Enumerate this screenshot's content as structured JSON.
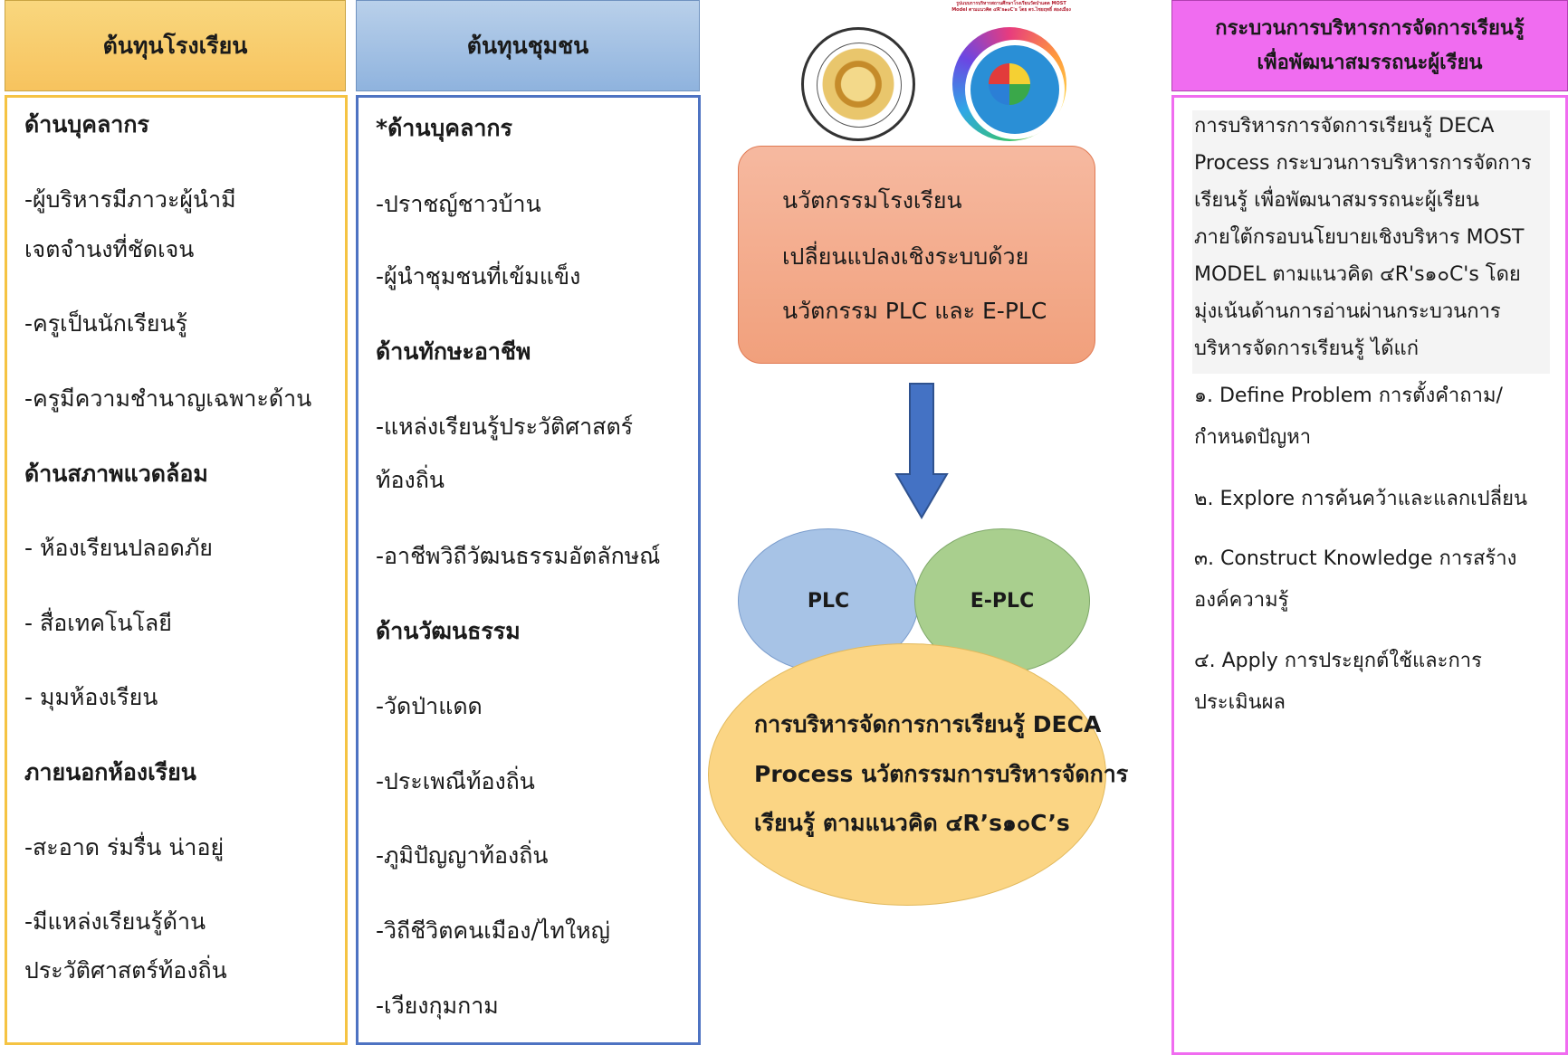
{
  "school_capital": {
    "title": "ต้นทุนโรงเรียน",
    "items": [
      {
        "text": "ด้านบุคลากร",
        "heading": true
      },
      {
        "text": "-ผู้บริหารมีภาวะผู้นำมี",
        "heading": false
      },
      {
        "text": "เจตจำนงที่ชัดเจน",
        "heading": false
      },
      {
        "text": "-ครูเป็นนักเรียนรู้",
        "heading": false
      },
      {
        "text": "-ครูมีความชำนาญเฉพาะด้าน",
        "heading": false
      },
      {
        "text": "ด้านสภาพแวดล้อม",
        "heading": true
      },
      {
        "text": "-  ห้องเรียนปลอดภัย",
        "heading": false
      },
      {
        "text": "- สื่อเทคโนโลยี",
        "heading": false
      },
      {
        "text": "- มุมห้องเรียน",
        "heading": false
      },
      {
        "text": "ภายนอกห้องเรียน",
        "heading": true
      },
      {
        "text": "-สะอาด ร่มรื่น น่าอยู่",
        "heading": false
      },
      {
        "text": "-มีแหล่งเรียนรู้ด้าน",
        "heading": false
      },
      {
        "text": "ประวัติศาสตร์ท้องถิ่น",
        "heading": false
      }
    ]
  },
  "community_capital": {
    "title": "ต้นทุนชุมชน",
    "items": [
      {
        "text": "*ด้านบุคลากร",
        "heading": true
      },
      {
        "text": "-ปราชญ์ชาวบ้าน",
        "heading": false
      },
      {
        "text": "-ผู้นำชุมชนที่เข้มแข็ง",
        "heading": false
      },
      {
        "text": "ด้านทักษะอาชีพ",
        "heading": true
      },
      {
        "text": "-แหล่งเรียนรู้ประวัติศาสตร์",
        "heading": false
      },
      {
        "text": "ท้องถิ่น",
        "heading": false
      },
      {
        "text": "-อาชีพวิถีวัฒนธรรมอัตลักษณ์",
        "heading": false
      },
      {
        "text": "ด้านวัฒนธรรม",
        "heading": true
      },
      {
        "text": "-วัดป่าแดด",
        "heading": false
      },
      {
        "text": "-ประเพณีท้องถิ่น",
        "heading": false
      },
      {
        "text": "-ภูมิปัญญาท้องถิ่น",
        "heading": false
      },
      {
        "text": "-วิถีชีวิตคนเมือง/ไทใหญ่",
        "heading": false
      },
      {
        "text": "-เวียงกุมกาม",
        "heading": false
      }
    ]
  },
  "logos": {
    "school_logo_icon": "school-seal-icon",
    "model_logo_icon": "deca-model-wheel-icon",
    "model_caption": "รูปแบบการบริหารสถานศึกษาโรงเรียนวัดป่าแดด MOST Model ตามแนวคิด ๔R's๑๐C's โดย ดร.ไชยฤทธิ์ สองเมือง"
  },
  "innovation": {
    "lines": [
      "นวัตกรรมโรงเรียน",
      "เปลี่ยนแปลงเชิงระบบด้วย",
      "นวัตกรรม PLC และ E-PLC"
    ]
  },
  "venn": {
    "left": "PLC",
    "right": "E-PLC"
  },
  "deca": {
    "lines": [
      "การบริหารจัดการการเรียนรู้ DECA",
      "Process นวัตกรรมการบริหารจัดการ",
      "เรียนรู้ ตามแนวคิด ๔R’s๑๐C’s"
    ]
  },
  "process": {
    "title_lines": [
      "กระบวนการบริหารการจัดการเรียนรู้",
      "เพื่อพัฒนาสมรรถนะผู้เรียน"
    ],
    "paragraph_lines": [
      "การบริหารการจัดการเรียนรู้ DECA",
      "Process กระบวนการบริหารการจัดการ",
      "เรียนรู้ เพื่อพัฒนาสมรรถนะผู้เรียน",
      "ภายใต้กรอบนโยบายเชิงบริหาร MOST",
      "MODEL ตามแนวคิด ๔R's๑๐C's โดย",
      "มุ่งเน้นด้านการอ่านผ่านกระบวนการ",
      "บริหารจัดการเรียนรู้ ได้แก่"
    ],
    "steps_lines": [
      "๑. Define Problem การตั้งคำถาม/",
      "กำหนดปัญหา",
      "๒. Explore การค้นคว้าและแลกเปลี่ยน",
      "๓. Construct Knowledge การสร้าง",
      "องค์ความรู้",
      "๔. Apply การประยุกต์ใช้และการ",
      "ประเมินผล"
    ]
  },
  "colors": {
    "school_header": "#f7c35e",
    "community_header": "#8fb3de",
    "process_header": "#f06cf0",
    "innovation_box": "#f1a07c",
    "arrow": "#4472c4",
    "plc": "#a7c3e6",
    "eplc": "#a9cf8e",
    "deca_oval": "#fbd584"
  }
}
